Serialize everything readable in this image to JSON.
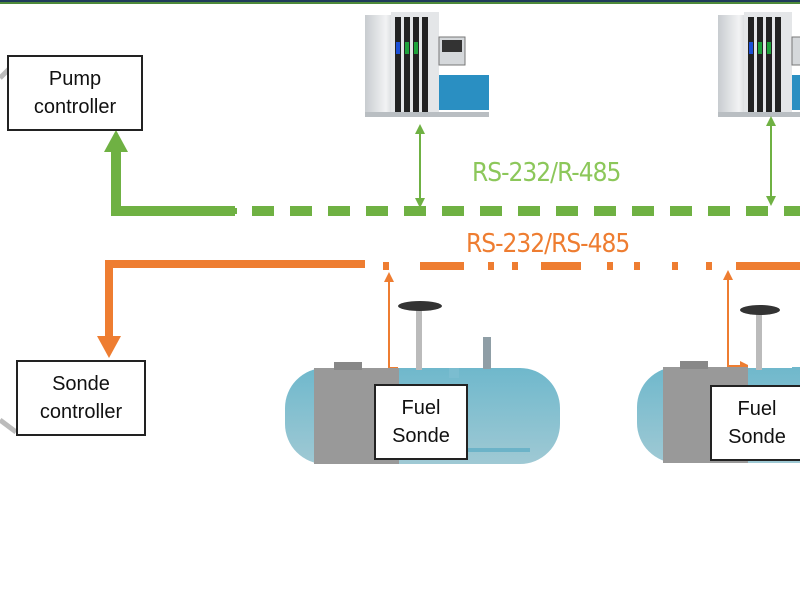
{
  "diagram": {
    "pump_controller": {
      "line1": "Pump",
      "line2": "controller"
    },
    "sonde_controller": {
      "line1": "Sonde",
      "line2": "controller"
    },
    "pump_bus_label": "RS-232/R-485",
    "sonde_bus_label": "RS-232/RS-485",
    "fuel_sondes": [
      {
        "line1": "Fuel",
        "line2": "Sonde"
      },
      {
        "line1": "Fuel",
        "line2": "Sonde"
      }
    ],
    "icons": [
      "fuel-pump-dispenser",
      "fuel-pump-dispenser",
      "fuel-tank",
      "fuel-tank"
    ],
    "colors": {
      "pump_bus": "#6fb143",
      "pump_label": "#8cc75a",
      "sonde_bus": "#ee7d31",
      "frame_top": "#1f3b5a"
    }
  }
}
